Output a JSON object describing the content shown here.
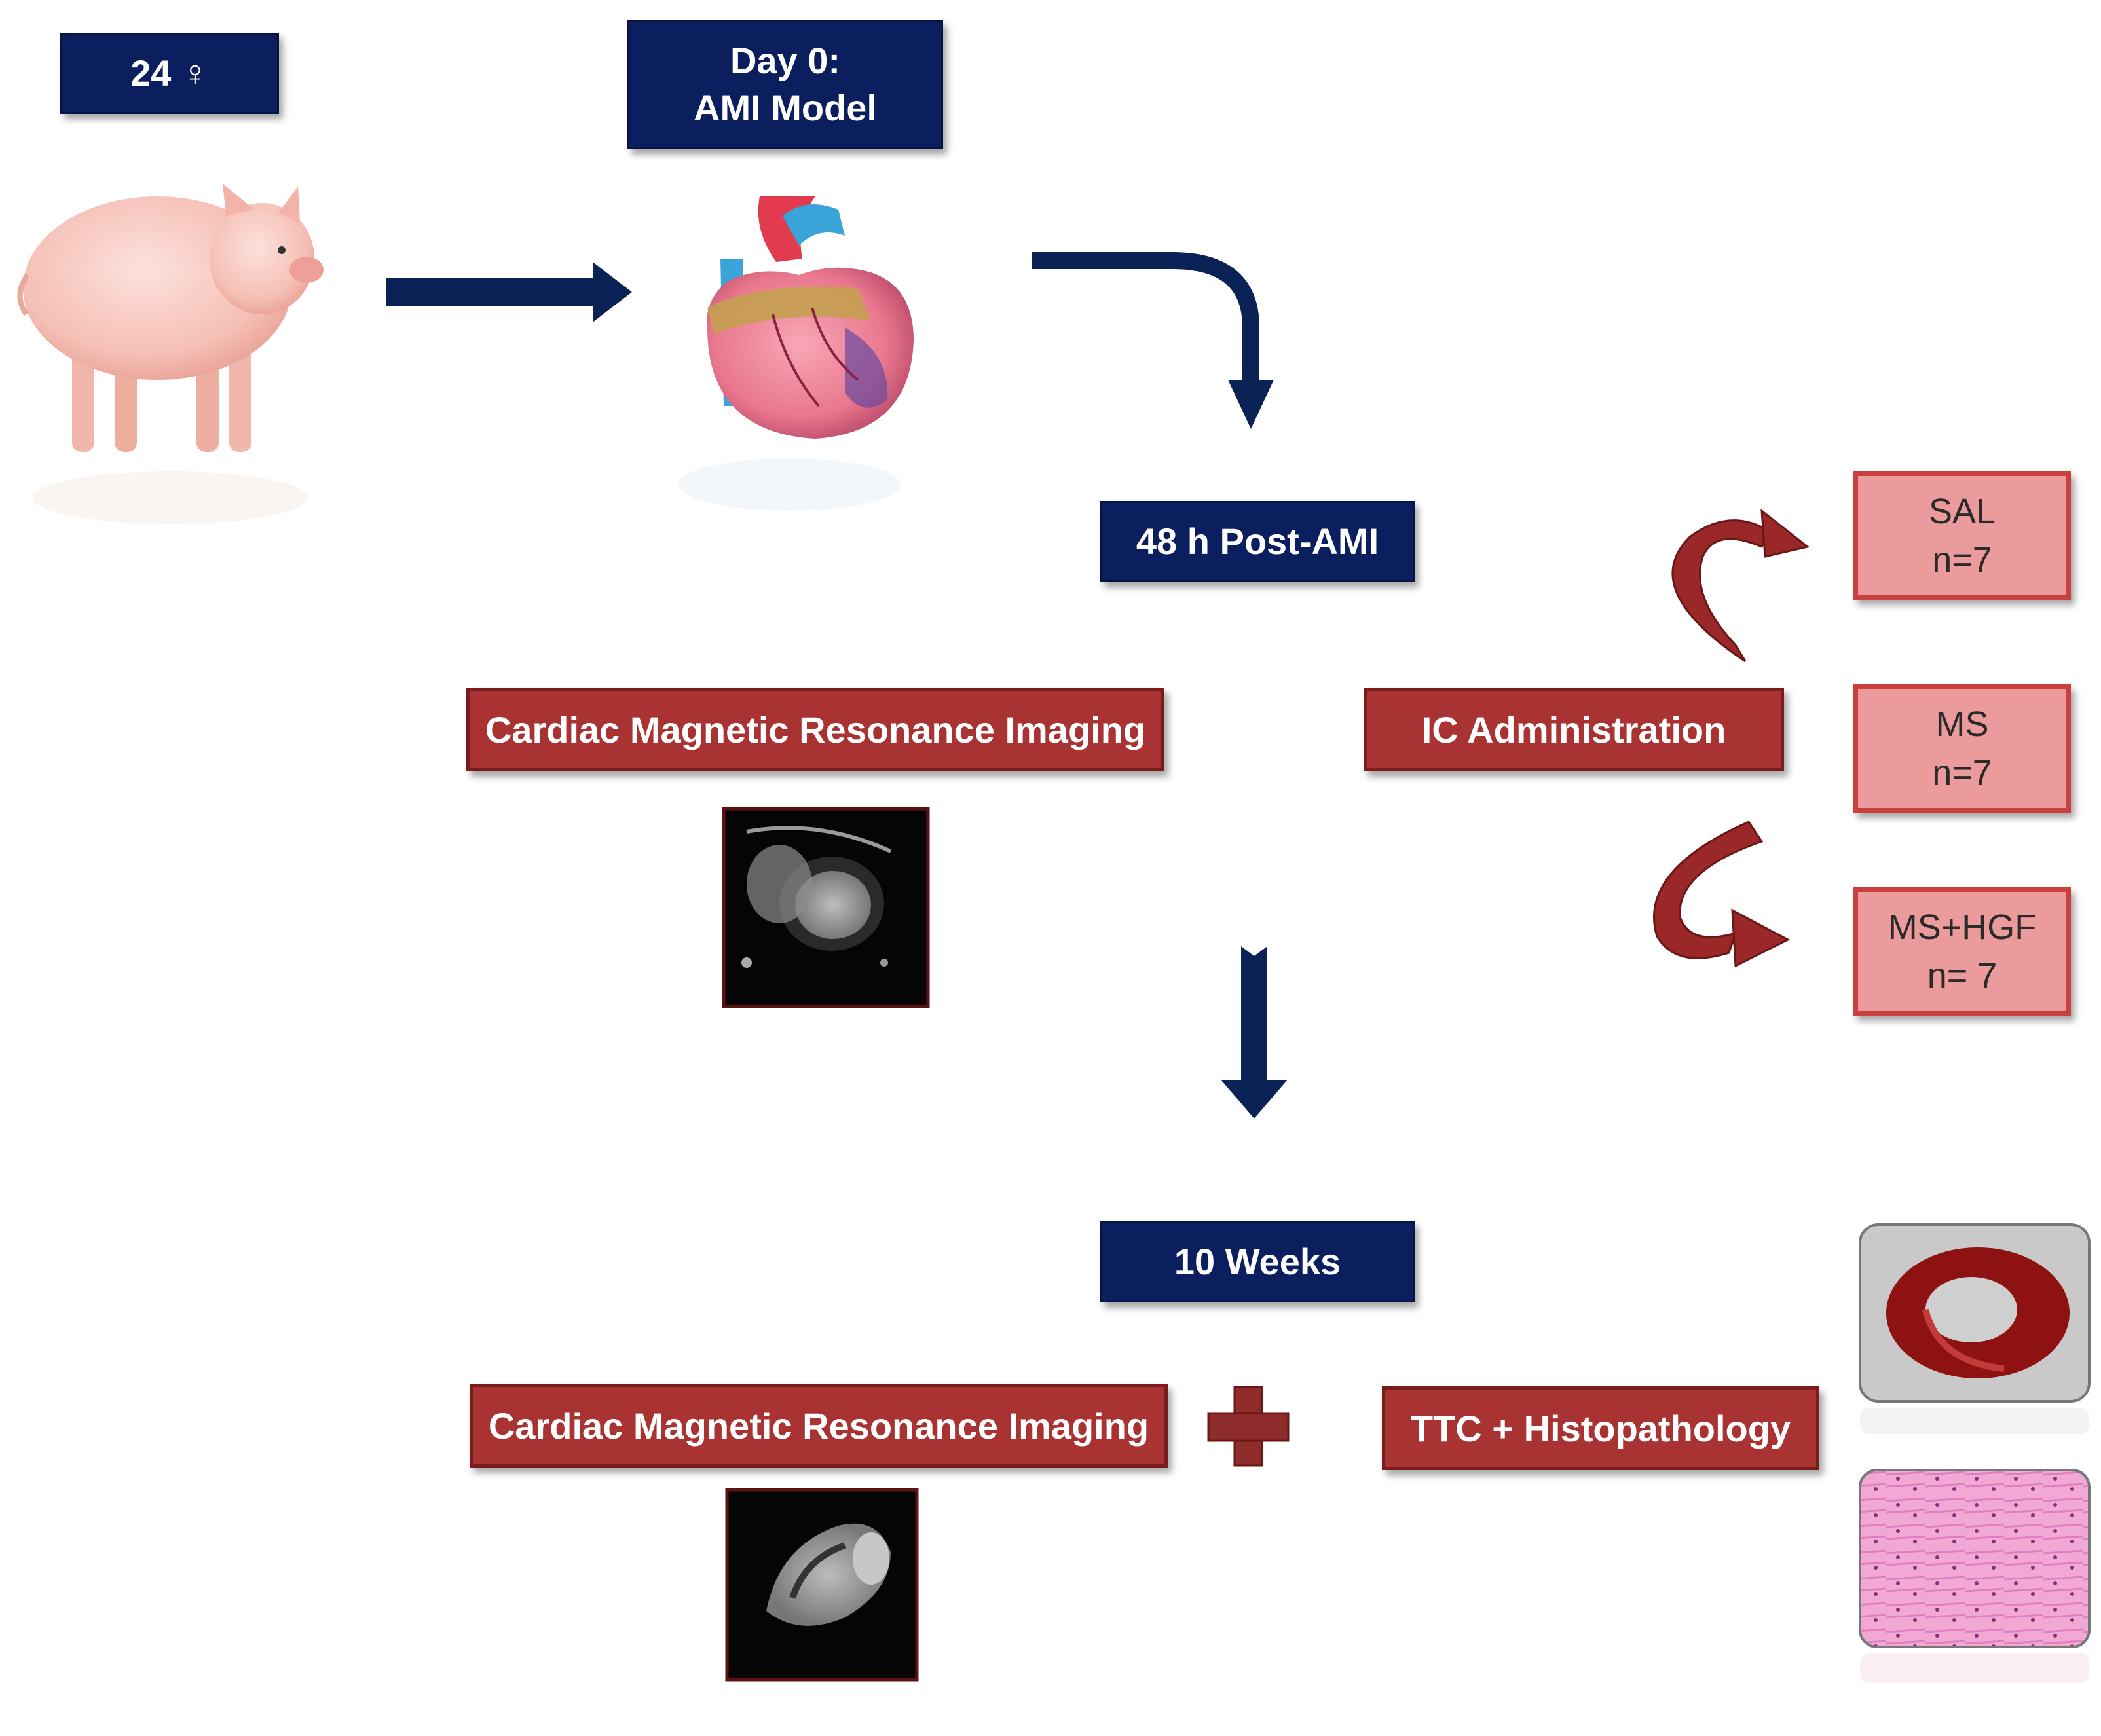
{
  "boxes": {
    "cohort": "24 ♀",
    "day0_line1": "Day 0:",
    "day0_line2": "AMI Model",
    "post48": "48 h Post-AMI",
    "cmr1": "Cardiac Magnetic Resonance Imaging",
    "ic_admin": "IC Administration",
    "weeks10": "10 Weeks",
    "cmr2": "Cardiac Magnetic Resonance Imaging",
    "ttc": "TTC +  Histopathology"
  },
  "groups": [
    {
      "name": "SAL",
      "n": "n=7"
    },
    {
      "name": "MS",
      "n": "n=7"
    },
    {
      "name": "MS+HGF",
      "n": "n= 7"
    }
  ],
  "colors": {
    "navy": "#0b1f5e",
    "red": "#a93232",
    "pink": "#eb9b9b",
    "curved_arrow": "#9b2828"
  },
  "icons": [
    "pig-image",
    "heart-image",
    "mri-short-axis-image",
    "mri-long-axis-image",
    "ttc-slice-image",
    "histology-image"
  ]
}
